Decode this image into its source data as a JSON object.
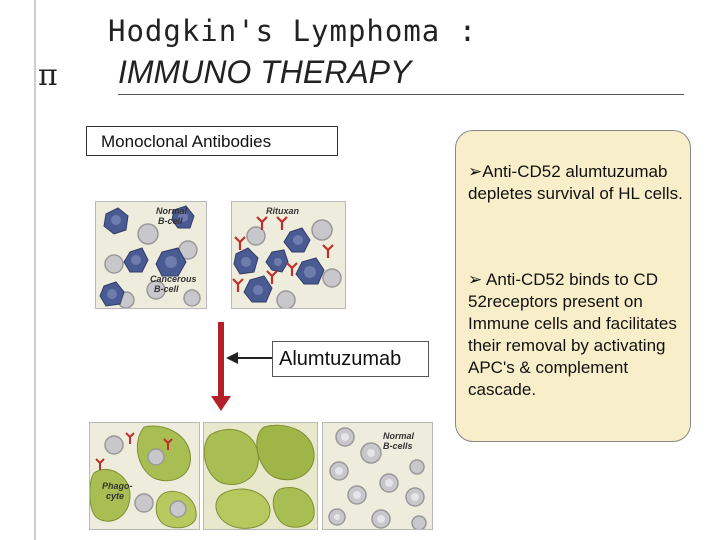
{
  "header": {
    "pi_symbol": "π",
    "title_line1": "Hodgkin's Lymphoma :",
    "title_line2": "IMMUNO THERAPY"
  },
  "section_label": "Monoclonal Antibodies",
  "figure": {
    "panel1_labels": [
      "Normal",
      "B-cell",
      "Cancerous",
      "B-cell"
    ],
    "panel2_label": "Rituxan",
    "panel3_label": [
      "Phago-",
      "cyte"
    ],
    "panel5_labels": [
      "Normal",
      "B-cells"
    ],
    "drug_label": "Alumtuzumab"
  },
  "callout": {
    "point1": "➢Anti-CD52 alumtuzumab depletes survival of HL cells.",
    "point2": "➢ Anti-CD52 binds to CD 52receptors present on Immune cells and facilitates their removal by activating APC's & complement cascade."
  },
  "colors": {
    "arrow_red": "#b3202a",
    "callout_bg": "#f8efca",
    "cancer_cell": "#4a5a92",
    "normal_cell": "#c8c8c8",
    "antibody": "#c0302a",
    "phagocyte": "#a8bd52"
  }
}
